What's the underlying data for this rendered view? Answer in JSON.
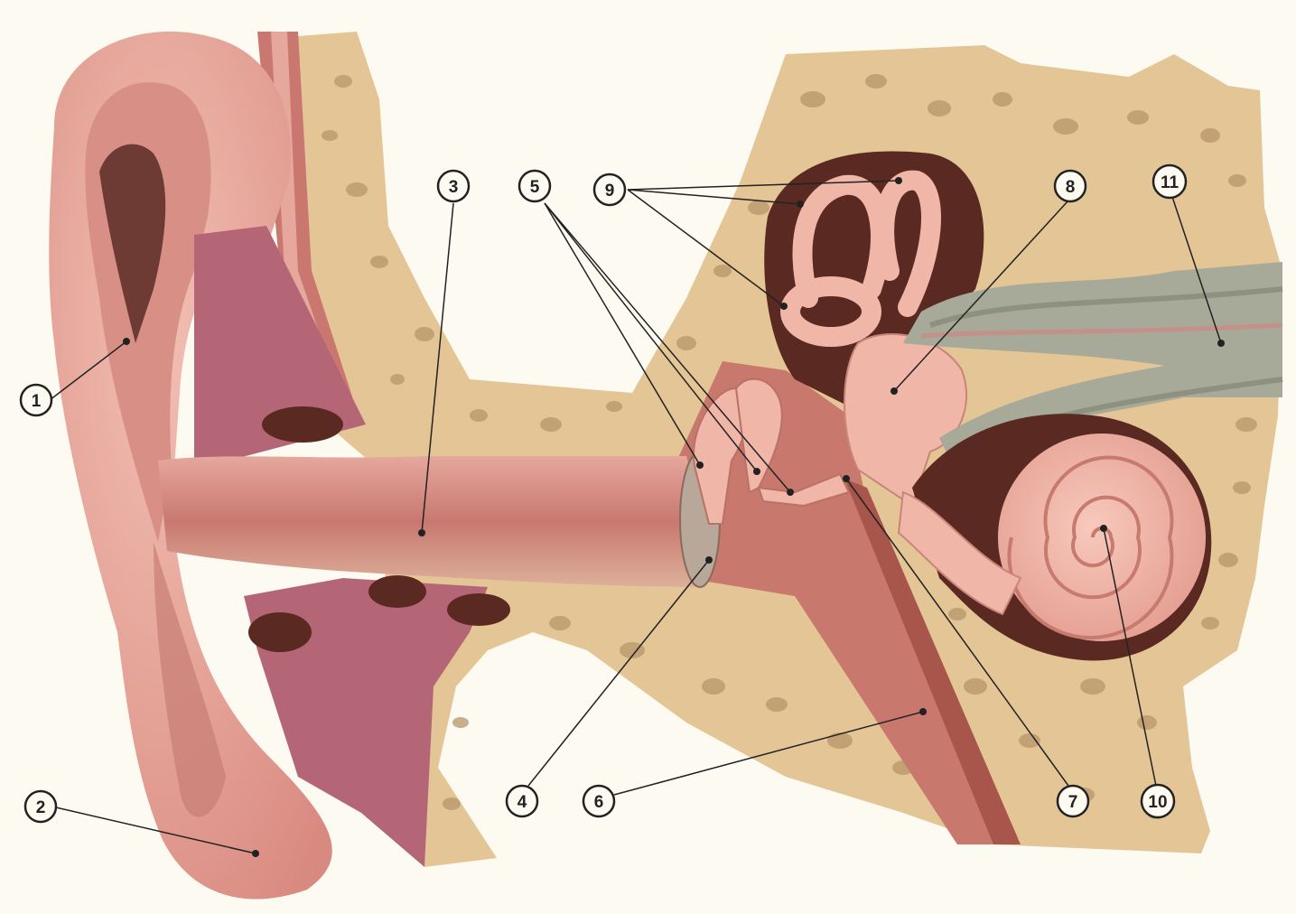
{
  "callouts": [
    {
      "id": "1",
      "label": "1"
    },
    {
      "id": "2",
      "label": "2"
    },
    {
      "id": "3",
      "label": "3"
    },
    {
      "id": "4",
      "label": "4"
    },
    {
      "id": "5",
      "label": "5"
    },
    {
      "id": "6",
      "label": "6"
    },
    {
      "id": "7",
      "label": "7"
    },
    {
      "id": "8",
      "label": "8"
    },
    {
      "id": "9",
      "label": "9"
    },
    {
      "id": "10",
      "label": "10"
    },
    {
      "id": "11",
      "label": "11"
    }
  ],
  "colors": {
    "background": "#fdfaf1",
    "skin": "#e7a49a",
    "skin_dark": "#c9776f",
    "cartilage": "#b46676",
    "bone": "#e3c596",
    "bone_pores": "#b8976a",
    "canal": "#d79089",
    "labyrinth": "#f0b6a8",
    "nerve": "#a7aa98",
    "cavity": "#5a2a22",
    "leader_line": "#222222"
  }
}
